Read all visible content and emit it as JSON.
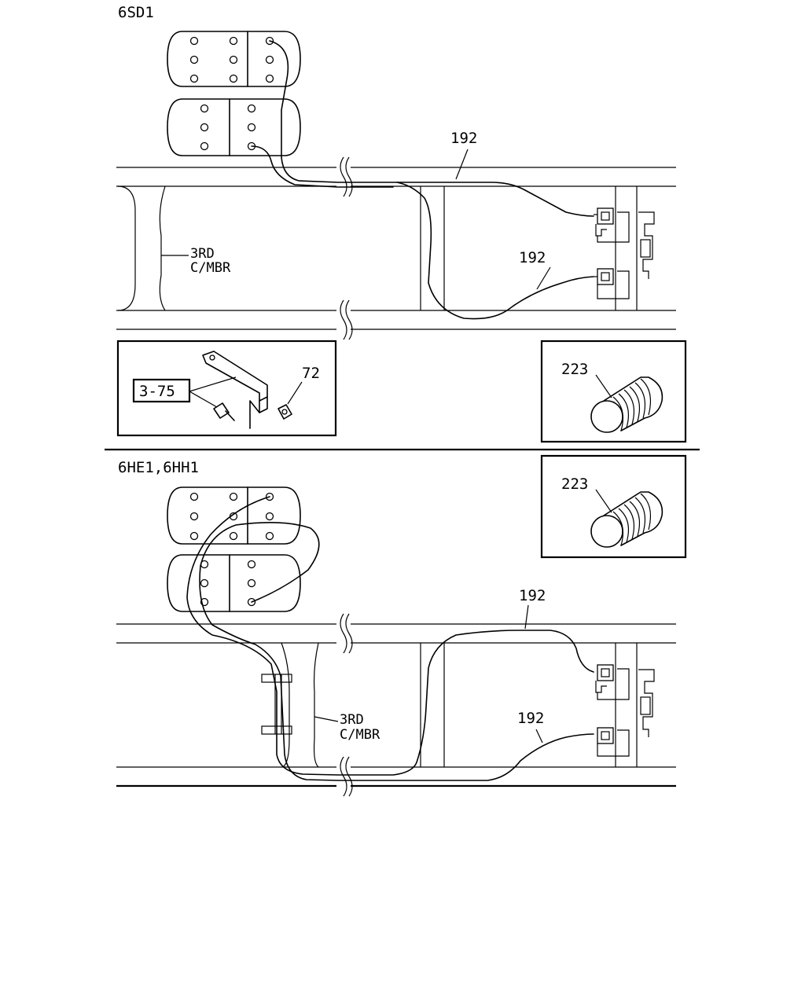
{
  "sections": [
    {
      "engine_label": "6SD1",
      "callouts": {
        "harness_upper": "192",
        "harness_lower": "192",
        "crossmember": [
          "3RD",
          "C/MBR"
        ]
      },
      "inset_bracket": {
        "ref": "3-75",
        "nut": "72"
      },
      "inset_part": {
        "number": "223"
      }
    },
    {
      "engine_label": "6HE1,6HH1",
      "callouts": {
        "harness_upper": "192",
        "harness_lower": "192",
        "crossmember": [
          "3RD",
          "C/MBR"
        ]
      },
      "inset_part": {
        "number": "223"
      }
    }
  ]
}
